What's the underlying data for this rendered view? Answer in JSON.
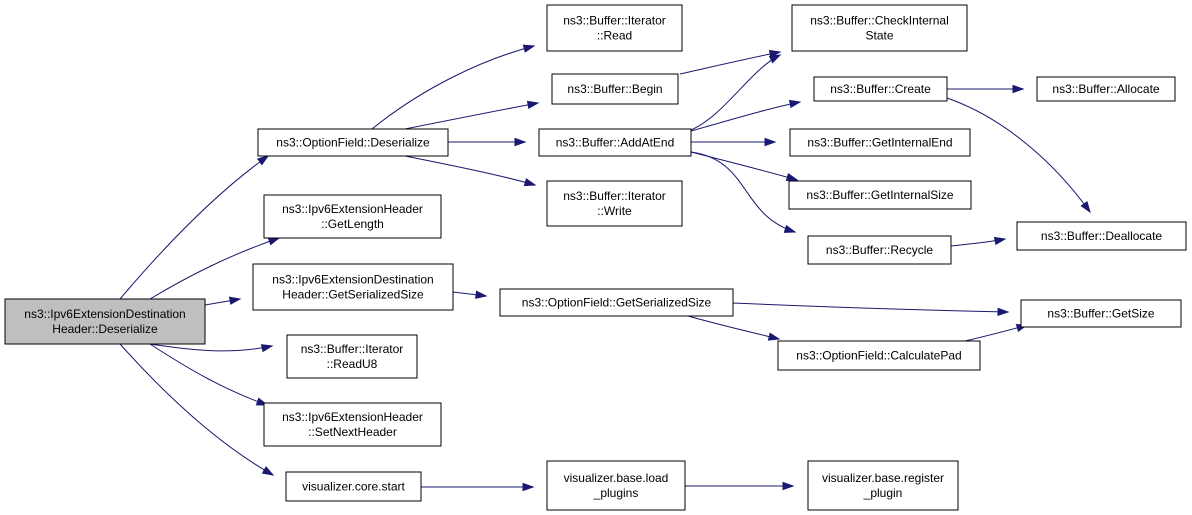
{
  "diagram": {
    "nodes": [
      {
        "id": "root",
        "lines": [
          "ns3::Ipv6ExtensionDestination",
          "Header::Deserialize"
        ],
        "highlighted": true
      },
      {
        "id": "of_deser",
        "lines": [
          "ns3::OptionField::Deserialize"
        ]
      },
      {
        "id": "ext_getlen",
        "lines": [
          "ns3::Ipv6ExtensionHeader",
          "::GetLength"
        ]
      },
      {
        "id": "dest_getsize",
        "lines": [
          "ns3::Ipv6ExtensionDestination",
          "Header::GetSerializedSize"
        ]
      },
      {
        "id": "it_readu8",
        "lines": [
          "ns3::Buffer::Iterator",
          "::ReadU8"
        ]
      },
      {
        "id": "ext_setnext",
        "lines": [
          "ns3::Ipv6ExtensionHeader",
          "::SetNextHeader"
        ]
      },
      {
        "id": "vis_start",
        "lines": [
          "visualizer.core.start"
        ]
      },
      {
        "id": "it_read",
        "lines": [
          "ns3::Buffer::Iterator",
          "::Read"
        ]
      },
      {
        "id": "buf_begin",
        "lines": [
          "ns3::Buffer::Begin"
        ]
      },
      {
        "id": "buf_addatend",
        "lines": [
          "ns3::Buffer::AddAtEnd"
        ]
      },
      {
        "id": "it_write",
        "lines": [
          "ns3::Buffer::Iterator",
          "::Write"
        ]
      },
      {
        "id": "of_getsize",
        "lines": [
          "ns3::OptionField::GetSerializedSize"
        ]
      },
      {
        "id": "vis_load",
        "lines": [
          "visualizer.base.load",
          "_plugins"
        ]
      },
      {
        "id": "buf_check",
        "lines": [
          "ns3::Buffer::CheckInternal",
          "State"
        ]
      },
      {
        "id": "buf_create",
        "lines": [
          "ns3::Buffer::Create"
        ]
      },
      {
        "id": "buf_intend",
        "lines": [
          "ns3::Buffer::GetInternalEnd"
        ]
      },
      {
        "id": "buf_intsize",
        "lines": [
          "ns3::Buffer::GetInternalSize"
        ]
      },
      {
        "id": "buf_recycle",
        "lines": [
          "ns3::Buffer::Recycle"
        ]
      },
      {
        "id": "of_calcpad",
        "lines": [
          "ns3::OptionField::CalculatePad"
        ]
      },
      {
        "id": "vis_register",
        "lines": [
          "visualizer.base.register",
          "_plugin"
        ]
      },
      {
        "id": "buf_alloc",
        "lines": [
          "ns3::Buffer::Allocate"
        ]
      },
      {
        "id": "buf_dealloc",
        "lines": [
          "ns3::Buffer::Deallocate"
        ]
      },
      {
        "id": "buf_getsize",
        "lines": [
          "ns3::Buffer::GetSize"
        ]
      }
    ],
    "edges": [
      {
        "from": "root",
        "to": "of_deser"
      },
      {
        "from": "root",
        "to": "ext_getlen"
      },
      {
        "from": "root",
        "to": "dest_getsize"
      },
      {
        "from": "root",
        "to": "it_readu8"
      },
      {
        "from": "root",
        "to": "ext_setnext"
      },
      {
        "from": "root",
        "to": "vis_start"
      },
      {
        "from": "of_deser",
        "to": "it_read"
      },
      {
        "from": "of_deser",
        "to": "buf_begin"
      },
      {
        "from": "of_deser",
        "to": "buf_addatend"
      },
      {
        "from": "of_deser",
        "to": "it_write"
      },
      {
        "from": "buf_begin",
        "to": "buf_check"
      },
      {
        "from": "buf_addatend",
        "to": "buf_check"
      },
      {
        "from": "buf_addatend",
        "to": "buf_create"
      },
      {
        "from": "buf_addatend",
        "to": "buf_intend"
      },
      {
        "from": "buf_addatend",
        "to": "buf_intsize"
      },
      {
        "from": "buf_addatend",
        "to": "buf_recycle"
      },
      {
        "from": "buf_create",
        "to": "buf_alloc"
      },
      {
        "from": "buf_create",
        "to": "buf_dealloc"
      },
      {
        "from": "buf_recycle",
        "to": "buf_dealloc"
      },
      {
        "from": "dest_getsize",
        "to": "of_getsize"
      },
      {
        "from": "of_getsize",
        "to": "buf_getsize"
      },
      {
        "from": "of_getsize",
        "to": "of_calcpad"
      },
      {
        "from": "of_calcpad",
        "to": "buf_getsize"
      },
      {
        "from": "vis_start",
        "to": "vis_load"
      },
      {
        "from": "vis_load",
        "to": "vis_register"
      }
    ]
  }
}
